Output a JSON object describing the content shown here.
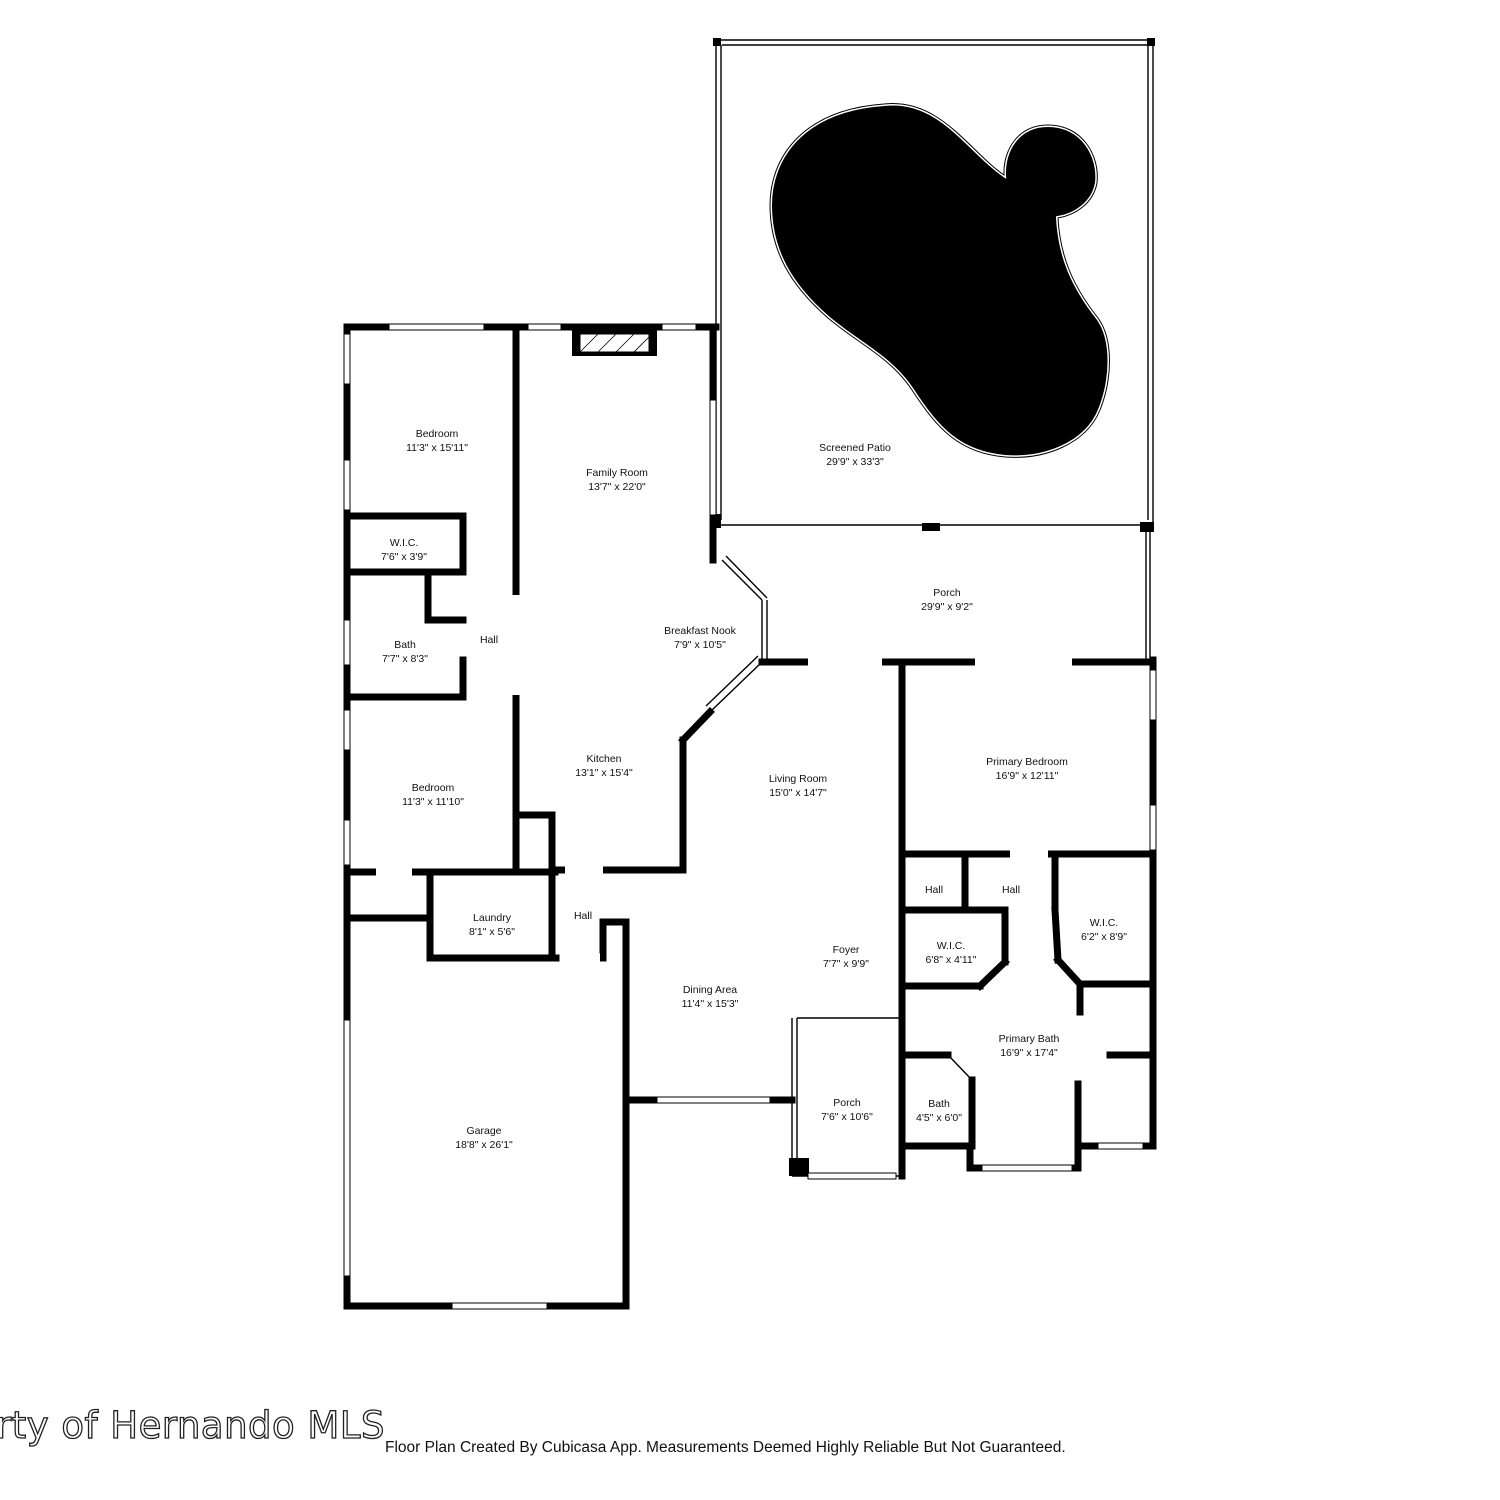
{
  "rooms": [
    {
      "id": "bedroom-1",
      "name": "Bedroom",
      "dims": "11'3\" x 15'11\""
    },
    {
      "id": "family-room",
      "name": "Family Room",
      "dims": "13'7\" x 22'0\""
    },
    {
      "id": "screened-patio",
      "name": "Screened Patio",
      "dims": "29'9\" x 33'3\""
    },
    {
      "id": "wic-1",
      "name": "W.I.C.",
      "dims": "7'6\" x 3'9\""
    },
    {
      "id": "porch-rear",
      "name": "Porch",
      "dims": "29'9\" x 9'2\""
    },
    {
      "id": "breakfast-nook",
      "name": "Breakfast Nook",
      "dims": "7'9\" x 10'5\""
    },
    {
      "id": "bath-1",
      "name": "Bath",
      "dims": "7'7\" x 8'3\""
    },
    {
      "id": "hall-1",
      "name": "Hall",
      "dims": ""
    },
    {
      "id": "kitchen",
      "name": "Kitchen",
      "dims": "13'1\" x 15'4\""
    },
    {
      "id": "primary-bedroom",
      "name": "Primary Bedroom",
      "dims": "16'9\" x 12'11\""
    },
    {
      "id": "living-room",
      "name": "Living Room",
      "dims": "15'0\" x 14'7\""
    },
    {
      "id": "bedroom-2",
      "name": "Bedroom",
      "dims": "11'3\" x 11'10\""
    },
    {
      "id": "hall-2",
      "name": "Hall",
      "dims": ""
    },
    {
      "id": "hall-3",
      "name": "Hall",
      "dims": ""
    },
    {
      "id": "laundry",
      "name": "Laundry",
      "dims": "8'1\" x 5'6\""
    },
    {
      "id": "hall-4",
      "name": "Hall",
      "dims": ""
    },
    {
      "id": "wic-2",
      "name": "W.I.C.",
      "dims": "6'2\" x 8'9\""
    },
    {
      "id": "foyer",
      "name": "Foyer",
      "dims": "7'7\" x 9'9\""
    },
    {
      "id": "wic-3",
      "name": "W.I.C.",
      "dims": "6'8\" x 4'11\""
    },
    {
      "id": "dining-area",
      "name": "Dining Area",
      "dims": "11'4\" x 15'3\""
    },
    {
      "id": "primary-bath",
      "name": "Primary Bath",
      "dims": "16'9\" x 17'4\""
    },
    {
      "id": "porch-front",
      "name": "Porch",
      "dims": "7'6\" x 10'6\""
    },
    {
      "id": "bath-2",
      "name": "Bath",
      "dims": "4'5\" x 6'0\""
    },
    {
      "id": "garage",
      "name": "Garage",
      "dims": "18'8\" x 26'1\""
    }
  ],
  "footer": {
    "watermark": "rty of Hernando MLS",
    "disclaimer": "Floor Plan Created By Cubicasa App. Measurements Deemed Highly Reliable But Not Guaranteed."
  }
}
